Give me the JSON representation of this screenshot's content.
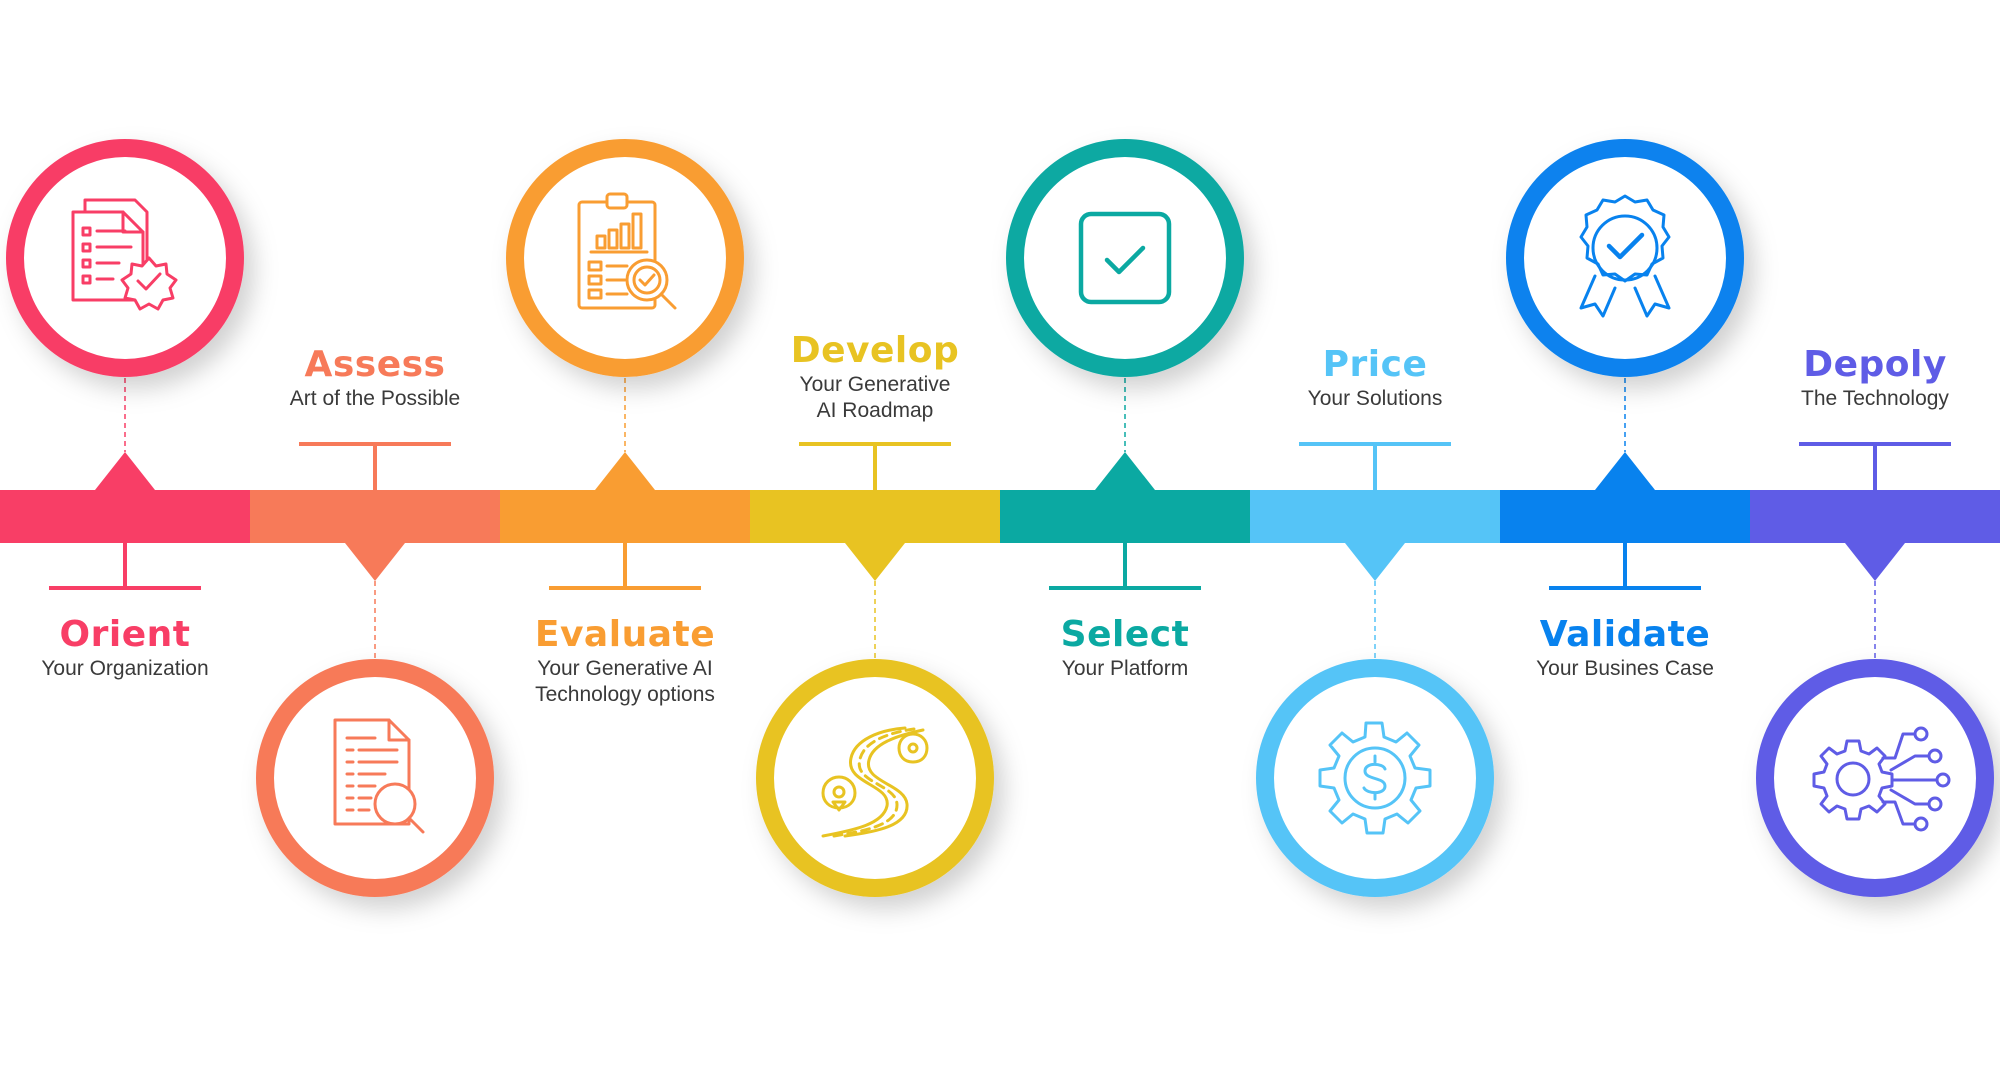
{
  "steps": [
    {
      "title": "Orient",
      "subtitle": "Your Organization",
      "color": "#f83e66",
      "icon": "checklist-documents-icon"
    },
    {
      "title": "Assess",
      "subtitle": "Art of the Possible",
      "color": "#f77a59",
      "icon": "document-search-icon"
    },
    {
      "title": "Evaluate",
      "subtitle": "Your Generative AI\nTechnology options",
      "color": "#f99d32",
      "icon": "clipboard-analysis-icon"
    },
    {
      "title": "Develop",
      "subtitle": "Your Generative\nAI Roadmap",
      "color": "#e8c322",
      "icon": "roadmap-icon"
    },
    {
      "title": "Select",
      "subtitle": "Your Platform",
      "color": "#0ba9a2",
      "icon": "checkbox-icon"
    },
    {
      "title": "Price",
      "subtitle": "Your Solutions",
      "color": "#55c4f7",
      "icon": "dollar-gear-icon"
    },
    {
      "title": "Validate",
      "subtitle": "Your Busines Case",
      "color": "#0882ee",
      "icon": "award-badge-icon"
    },
    {
      "title": "Depoly",
      "subtitle": "The Technology",
      "color": "#5f5ce6",
      "icon": "gear-network-icon"
    }
  ]
}
